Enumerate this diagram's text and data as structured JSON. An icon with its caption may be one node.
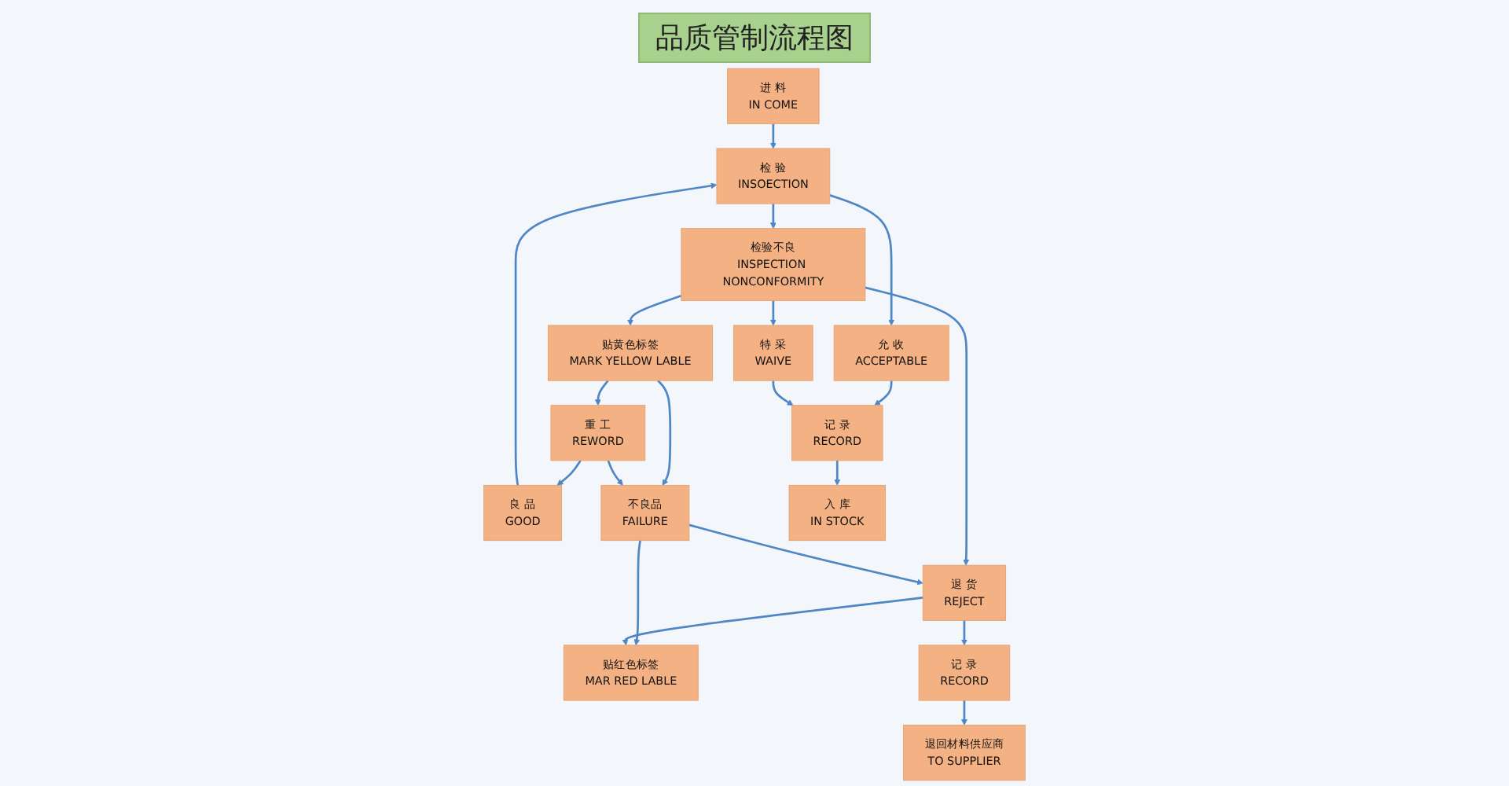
{
  "diagram": {
    "title": "品质管制流程图",
    "nodes": [
      {
        "text": [
          "进 料",
          "IN COME"
        ]
      },
      {
        "text": [
          "检 验",
          "INSOECTION"
        ]
      },
      {
        "text": [
          "检验不良",
          "INSPECTION NONCONFORMITY"
        ]
      },
      {
        "text": [
          "贴黄色标签",
          "MARK YELLOW LABLE"
        ]
      },
      {
        "text": [
          "重 工",
          "REWORD"
        ]
      },
      {
        "text": [
          "特 采",
          "WAIVE"
        ]
      },
      {
        "text": [
          "允 收",
          "ACCEPTABLE"
        ]
      },
      {
        "text": [
          "退 货",
          "REJECT"
        ]
      },
      {
        "text": [
          "不良品",
          "FAILURE"
        ]
      },
      {
        "text": [
          "记 录",
          "RECORD"
        ]
      },
      {
        "text": [
          "贴红色标签",
          "MAR RED LABLE"
        ]
      },
      {
        "text": [
          "记 录",
          "RECORD"
        ]
      },
      {
        "text": [
          "良 品",
          "GOOD"
        ]
      },
      {
        "text": [
          "入 库",
          "IN STOCK"
        ]
      },
      {
        "text": [
          "退回材料供应商",
          "TO SUPPLIER"
        ]
      }
    ],
    "edges": [
      {
        "from": 0,
        "to": 1,
        "arrow": "to"
      },
      {
        "from": 1,
        "to": 2,
        "arrow": "to"
      },
      {
        "from": 1,
        "to": 6,
        "arrow": "to"
      },
      {
        "from": 2,
        "to": 3,
        "arrow": "to"
      },
      {
        "from": 3,
        "to": 4,
        "arrow": "to"
      },
      {
        "from": 2,
        "to": 5,
        "arrow": "to"
      },
      {
        "from": 2,
        "to": 7,
        "arrow": "to"
      },
      {
        "from": 6,
        "to": 9,
        "arrow": "to"
      },
      {
        "from": 5,
        "to": 9,
        "arrow": "to"
      },
      {
        "from": 3,
        "to": 8,
        "arrow": "to"
      },
      {
        "from": 4,
        "to": 8,
        "arrow": "to"
      },
      {
        "from": 4,
        "to": 12,
        "arrow": "to"
      },
      {
        "from": 8,
        "to": 7,
        "arrow": "to"
      },
      {
        "from": 8,
        "to": 10,
        "arrow": "to"
      },
      {
        "from": 7,
        "to": 10,
        "arrow": "to"
      },
      {
        "from": 7,
        "to": 11,
        "arrow": "to"
      },
      {
        "from": 9,
        "to": 13,
        "arrow": "to"
      },
      {
        "from": 11,
        "to": 14,
        "arrow": "to"
      },
      {
        "from": 12,
        "to": 1,
        "arrow": "to"
      }
    ]
  }
}
